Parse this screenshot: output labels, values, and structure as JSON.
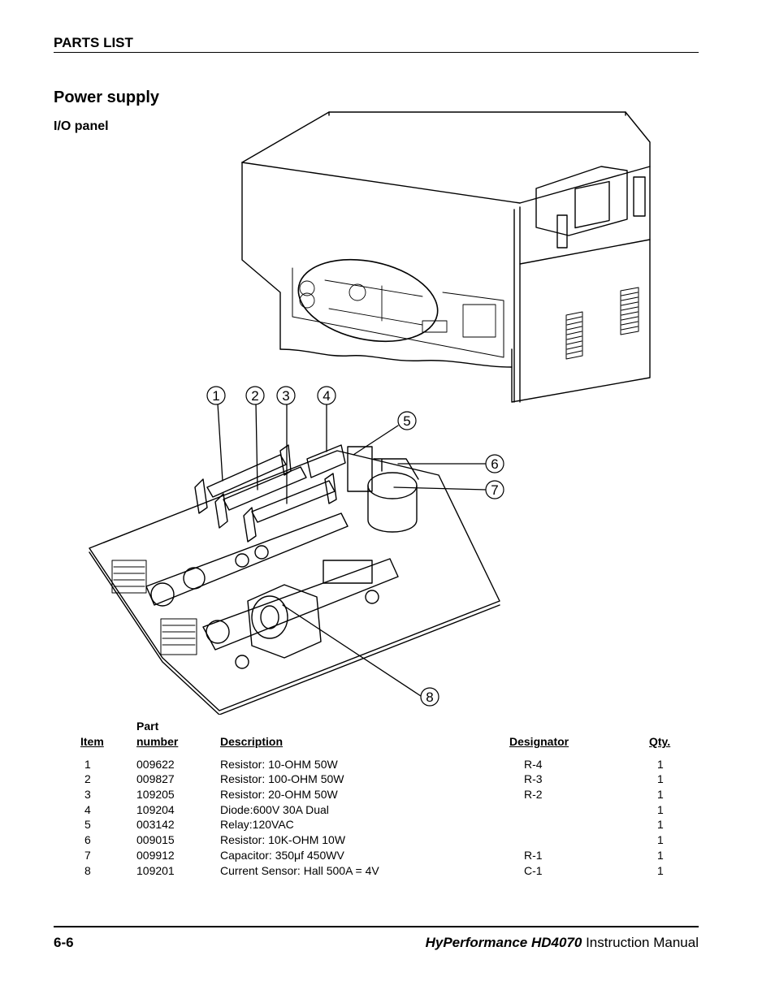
{
  "header": {
    "section": "PARTS LIST"
  },
  "title": "Power supply",
  "subtitle": "I/O panel",
  "callouts": [
    "1",
    "2",
    "3",
    "4",
    "5",
    "6",
    "7",
    "8"
  ],
  "table": {
    "headers": {
      "item": "Item",
      "part_top": "Part",
      "part_bottom": "number",
      "description": "Description",
      "designator": "Designator",
      "qty": "Qty."
    },
    "rows": [
      {
        "item": "1",
        "part": "009622",
        "description": "Resistor: 10-OHM 50W",
        "designator": "R-4",
        "qty": "1"
      },
      {
        "item": "2",
        "part": "009827",
        "description": "Resistor: 100-OHM 50W",
        "designator": "R-3",
        "qty": "1"
      },
      {
        "item": "3",
        "part": "109205",
        "description": "Resistor: 20-OHM 50W",
        "designator": "R-2",
        "qty": "1"
      },
      {
        "item": "4",
        "part": "109204",
        "description": "Diode:600V 30A Dual",
        "designator": "",
        "qty": "1"
      },
      {
        "item": "5",
        "part": "003142",
        "description": "Relay:120VAC",
        "designator": "",
        "qty": "1"
      },
      {
        "item": "6",
        "part": "009015",
        "description": "Resistor: 10K-OHM 10W",
        "designator": "",
        "qty": "1"
      },
      {
        "item": "7",
        "part": "009912",
        "description": "Capacitor: 350μf 450WV",
        "designator": "R-1",
        "qty": "1"
      },
      {
        "item": "8",
        "part": "109201",
        "description": "Current Sensor: Hall 500A = 4V",
        "designator": "C-1",
        "qty": "1"
      }
    ]
  },
  "footer": {
    "page": "6-6",
    "brand": "HyPerformance HD4070",
    "suffix": " Instruction Manual"
  }
}
